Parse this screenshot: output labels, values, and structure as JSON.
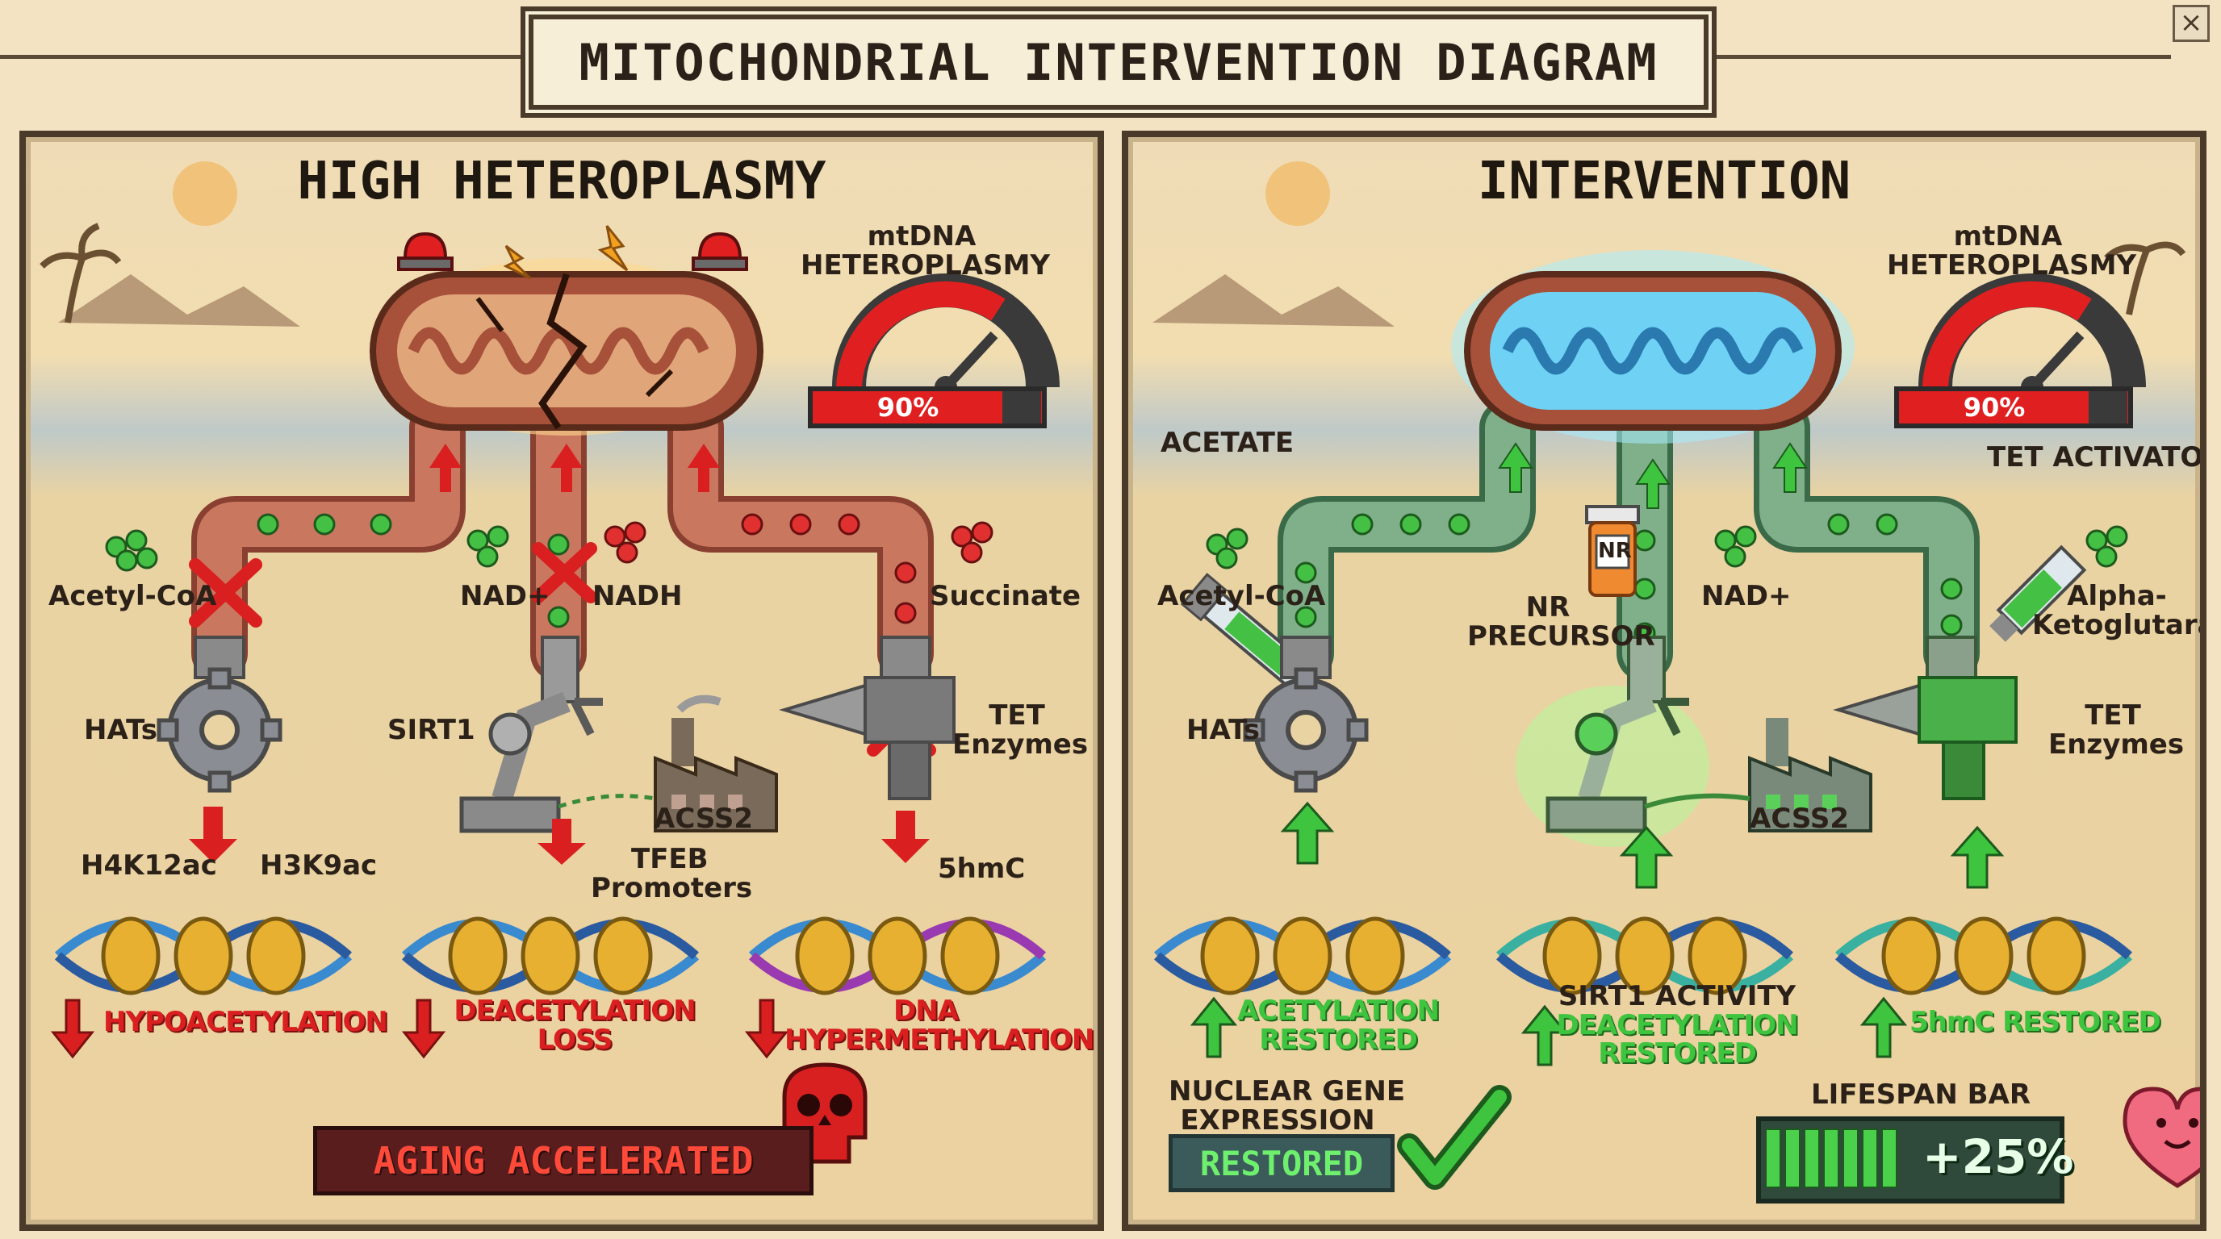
{
  "title": "MITOCHONDRIAL INTERVENTION DIAGRAM",
  "close_icon": "×",
  "left": {
    "title": "HIGH HETEROPLASMY",
    "gauge_label_1": "mtDNA",
    "gauge_label_2": "HETEROPLASMY",
    "gauge_value": "90%",
    "metabolites": {
      "acetyl": "Acetyl-CoA",
      "nad": "NAD+",
      "nadh": "NADH",
      "succinate": "Succinate"
    },
    "enzymes": {
      "hats": "HATs",
      "sirt1": "SIRT1",
      "acss2": "ACSS2",
      "tet1": "TET",
      "tet2": "Enzymes"
    },
    "marks": {
      "h4": "H4K12ac",
      "h3": "H3K9ac",
      "tfeb1": "TFEB",
      "tfeb2": "Promoters",
      "hmc": "5hmC"
    },
    "outcomes": {
      "o1": "HYPOACETYLATION",
      "o2a": "DEACETYLATION",
      "o2b": "LOSS",
      "o3a": "DNA",
      "o3b": "HYPERMETHYLATION"
    },
    "aging": "AGING ACCELERATED"
  },
  "right": {
    "title": "INTERVENTION",
    "gauge_label_1": "mtDNA",
    "gauge_label_2": "HETEROPLASMY",
    "gauge_value": "90%",
    "metabolites": {
      "acetate": "ACETATE",
      "acetyl": "Acetyl-CoA",
      "nr1": "NR",
      "nr2": "PRECURSOR",
      "nr_bottle": "NR",
      "nad": "NAD+",
      "tet_act": "TET ACTIVATOR",
      "akg1": "Alpha-",
      "akg2": "Ketoglutarate"
    },
    "enzymes": {
      "hats": "HATs",
      "acss2": "ACSS2",
      "tet1": "TET",
      "tet2": "Enzymes"
    },
    "outcomes": {
      "o1a": "ACETYLATION",
      "o1b": "RESTORED",
      "o2a": "SIRT1 ACTIVITY",
      "o2b": "DEACETYLATION",
      "o2c": "RESTORED",
      "o3": "5hmC RESTORED"
    },
    "nuclear1": "NUCLEAR GENE",
    "nuclear2": "EXPRESSION",
    "restored": "RESTORED",
    "lifespan_label": "LIFESPAN BAR",
    "lifespan_value": "+25%"
  },
  "colors": {
    "red": "#d91f1f",
    "green": "#3ec43e",
    "pipe_red": "#c9775f",
    "pipe_green": "#7fb08a",
    "mito_blue": "#6fd2f5"
  }
}
